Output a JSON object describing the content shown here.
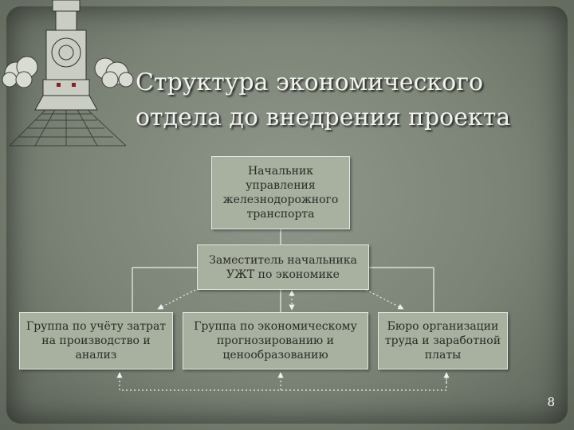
{
  "title": {
    "line1": "Структура экономического",
    "line2": "отдела до внедрения проекта"
  },
  "org": {
    "head": {
      "lines": [
        "Начальник",
        "управления",
        "железнодорожного",
        "транспорта"
      ]
    },
    "deputy": {
      "lines": [
        "Заместитель начальника",
        "УЖТ по экономике"
      ]
    },
    "groups": [
      {
        "lines": [
          "Группа по учёту затрат",
          "на производство и",
          "анализ"
        ]
      },
      {
        "lines": [
          "Группа по экономическому",
          "прогнозированию и",
          "ценообразованию"
        ]
      },
      {
        "lines": [
          "Бюро организации",
          "труда и заработной",
          "платы"
        ]
      }
    ]
  },
  "page_number": "8",
  "colors": {
    "background": "#7b8377",
    "box_fill": "#a8b09f",
    "box_border": "#e4e8de",
    "title_text": "#f2f2ee",
    "connector": "#f0f0ea"
  },
  "icons": {
    "decoration": "steam-locomotive-icon"
  }
}
